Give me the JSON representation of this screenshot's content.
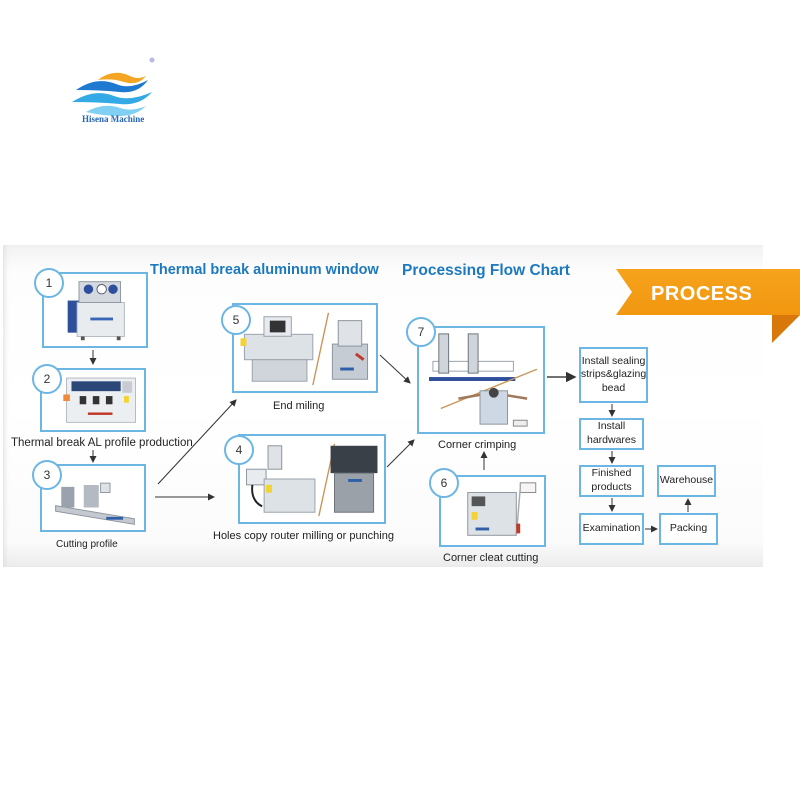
{
  "logo": {
    "brand_name": "Hisena Machine",
    "icon": "wave-logo-icon"
  },
  "diagram": {
    "title_part1": "Thermal break aluminum window",
    "title_part2": "Processing Flow Chart",
    "banner_label": "PROCESS",
    "colors": {
      "title": "#1d79bf",
      "frame": "#6cb6e4",
      "banner": "#f39a12"
    },
    "steps": [
      {
        "number": "1",
        "caption": ""
      },
      {
        "number": "2",
        "caption": "Thermal break AL profile production"
      },
      {
        "number": "3",
        "caption": "Cutting profile"
      },
      {
        "number": "4",
        "caption": "Holes copy router milling or punching"
      },
      {
        "number": "5",
        "caption": "End miling"
      },
      {
        "number": "6",
        "caption": "Corner cleat cutting"
      },
      {
        "number": "7",
        "caption": "Corner crimping"
      }
    ],
    "process_boxes": [
      {
        "label": "Install sealing strips&glazing bead"
      },
      {
        "label": "Install hardwares"
      },
      {
        "label": "Finished products"
      },
      {
        "label": "Examination"
      },
      {
        "label": "Packing"
      },
      {
        "label": "Warehouse"
      }
    ]
  }
}
